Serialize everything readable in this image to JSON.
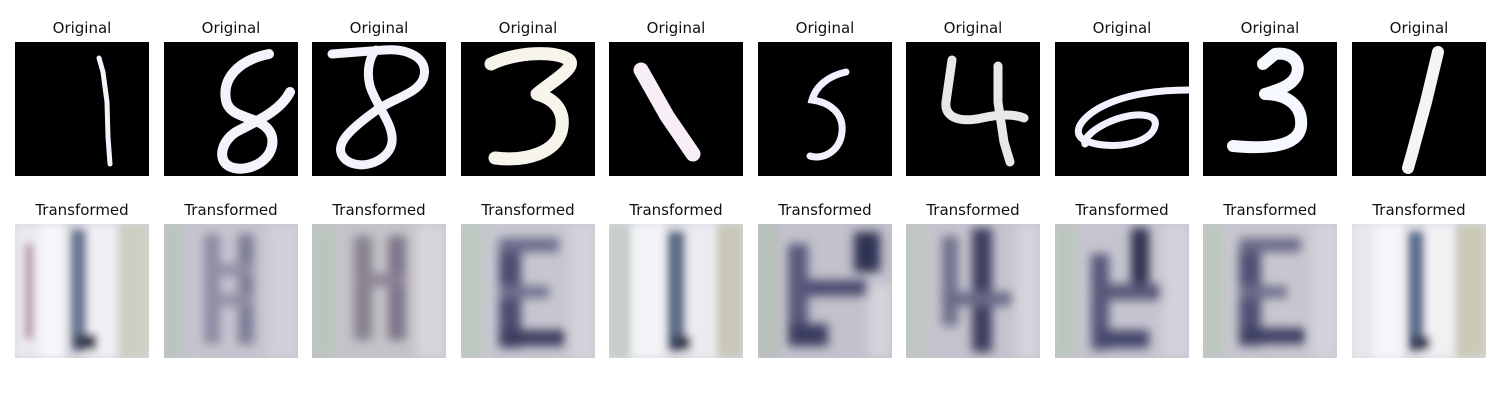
{
  "figure": {
    "original_title": "Original",
    "transformed_title": "Transformed",
    "original_images": [
      {
        "digit": "1",
        "digit-icon": "handwritten-1-icon"
      },
      {
        "digit": "8",
        "digit-icon": "handwritten-8-icon"
      },
      {
        "digit": "8",
        "digit-icon": "handwritten-8-icon"
      },
      {
        "digit": "3",
        "digit-icon": "handwritten-3-icon"
      },
      {
        "digit": "1",
        "digit-icon": "handwritten-1-icon"
      },
      {
        "digit": "5",
        "digit-icon": "handwritten-5-icon"
      },
      {
        "digit": "4",
        "digit-icon": "handwritten-4-icon"
      },
      {
        "digit": "6",
        "digit-icon": "handwritten-6-icon"
      },
      {
        "digit": "3",
        "digit-icon": "handwritten-3-icon"
      },
      {
        "digit": "1",
        "digit-icon": "handwritten-1-icon"
      }
    ],
    "transformed_images": [
      {
        "style": "svhn-like-1"
      },
      {
        "style": "svhn-like-8"
      },
      {
        "style": "svhn-like-8"
      },
      {
        "style": "svhn-like-e"
      },
      {
        "style": "svhn-like-1"
      },
      {
        "style": "svhn-like-k"
      },
      {
        "style": "svhn-like-4"
      },
      {
        "style": "svhn-like-k"
      },
      {
        "style": "svhn-like-e"
      },
      {
        "style": "svhn-like-1"
      }
    ],
    "colors": {
      "original_bg": "#000000",
      "digit_stroke": "#f4f2fb",
      "transformed_bg": "#c9c7cf",
      "transformed_dark": "#3c3c5c"
    }
  }
}
